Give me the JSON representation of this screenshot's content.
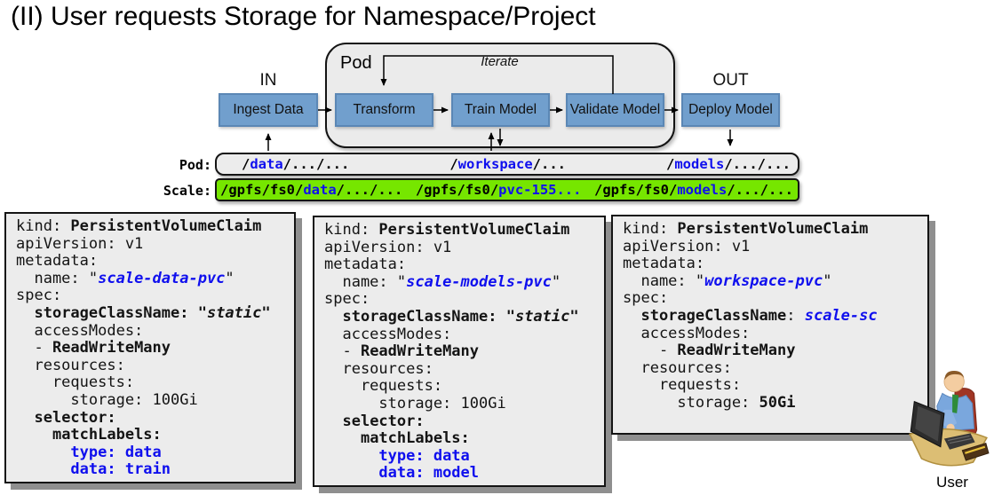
{
  "title": "(II) User requests Storage for Namespace/Project",
  "flow": {
    "in_label": "IN",
    "out_label": "OUT",
    "pod_label": "Pod",
    "iterate_label": "Iterate",
    "boxes": [
      {
        "label": "Ingest Data"
      },
      {
        "label": "Transform"
      },
      {
        "label": "Train Model"
      },
      {
        "label": "Validate Model"
      },
      {
        "label": "Deploy Model"
      }
    ]
  },
  "paths": {
    "pod_row_label": "Pod:",
    "scale_row_label": "Scale:",
    "pod_segments": [
      {
        "prefix": "/",
        "highlight": "data",
        "suffix": "/.../..."
      },
      {
        "prefix": "/",
        "highlight": "workspace",
        "suffix": "/..."
      },
      {
        "prefix": "/",
        "highlight": "models",
        "suffix": "/.../..."
      }
    ],
    "scale_segments": [
      {
        "prefix": "/gpfs/fs0/",
        "highlight": "data",
        "suffix": "/.../..."
      },
      {
        "prefix": "/gpfs/fs0/",
        "highlight": "pvc-155...",
        "suffix": ""
      },
      {
        "prefix": "/gpfs/fs0/",
        "highlight": "models",
        "suffix": "/.../..."
      }
    ]
  },
  "yaml_blocks": [
    {
      "name": "scale-data-pvc",
      "lines": [
        [
          {
            "t": "kind: "
          },
          {
            "t": "PersistentVolumeClaim",
            "s": "b"
          }
        ],
        [
          {
            "t": "apiVersion: v1"
          }
        ],
        [
          {
            "t": "metadata:"
          }
        ],
        [
          {
            "t": "  name: \""
          },
          {
            "t": "scale-data-pvc",
            "s": "nbi"
          },
          {
            "t": "\""
          }
        ],
        [
          {
            "t": "spec:"
          }
        ],
        [
          {
            "t": "  "
          },
          {
            "t": "storageClassName: \"",
            "s": "b"
          },
          {
            "t": "static",
            "s": "bi"
          },
          {
            "t": "\"",
            "s": "b"
          }
        ],
        [
          {
            "t": "  accessModes:"
          }
        ],
        [
          {
            "t": "  - "
          },
          {
            "t": "ReadWriteMany",
            "s": "b"
          }
        ],
        [
          {
            "t": "  resources:"
          }
        ],
        [
          {
            "t": "    requests:"
          }
        ],
        [
          {
            "t": "      storage: 100Gi"
          }
        ],
        [
          {
            "t": "  "
          },
          {
            "t": "selector:",
            "s": "b"
          }
        ],
        [
          {
            "t": "    "
          },
          {
            "t": "matchLabels:",
            "s": "b"
          }
        ],
        [
          {
            "t": "      "
          },
          {
            "t": "type: data",
            "s": "bb"
          }
        ],
        [
          {
            "t": "      "
          },
          {
            "t": "data: train",
            "s": "bb"
          }
        ]
      ]
    },
    {
      "name": "scale-models-pvc",
      "lines": [
        [
          {
            "t": "kind: "
          },
          {
            "t": "PersistentVolumeClaim",
            "s": "b"
          }
        ],
        [
          {
            "t": "apiVersion: v1"
          }
        ],
        [
          {
            "t": "metadata:"
          }
        ],
        [
          {
            "t": "  name: \""
          },
          {
            "t": "scale-models-pvc",
            "s": "nbi"
          },
          {
            "t": "\""
          }
        ],
        [
          {
            "t": "spec:"
          }
        ],
        [
          {
            "t": "  "
          },
          {
            "t": "storageClassName: \"",
            "s": "b"
          },
          {
            "t": "static",
            "s": "bi"
          },
          {
            "t": "\"",
            "s": "b"
          }
        ],
        [
          {
            "t": "  accessModes:"
          }
        ],
        [
          {
            "t": "  - "
          },
          {
            "t": "ReadWriteMany",
            "s": "b"
          }
        ],
        [
          {
            "t": "  resources:"
          }
        ],
        [
          {
            "t": "    requests:"
          }
        ],
        [
          {
            "t": "      storage: 100Gi"
          }
        ],
        [
          {
            "t": "  "
          },
          {
            "t": "selector:",
            "s": "b"
          }
        ],
        [
          {
            "t": "    "
          },
          {
            "t": "matchLabels:",
            "s": "b"
          }
        ],
        [
          {
            "t": "      "
          },
          {
            "t": "type: data",
            "s": "bb"
          }
        ],
        [
          {
            "t": "      "
          },
          {
            "t": "data: model",
            "s": "bb"
          }
        ]
      ]
    },
    {
      "name": "workspace-pvc",
      "lines": [
        [
          {
            "t": "kind: "
          },
          {
            "t": "PersistentVolumeClaim",
            "s": "b"
          }
        ],
        [
          {
            "t": "apiVersion: v1"
          }
        ],
        [
          {
            "t": "metadata:"
          }
        ],
        [
          {
            "t": "  name: \""
          },
          {
            "t": "workspace-pvc",
            "s": "nbi"
          },
          {
            "t": "\""
          }
        ],
        [
          {
            "t": "spec:"
          }
        ],
        [
          {
            "t": "  "
          },
          {
            "t": "storageClassName",
            "s": "b"
          },
          {
            "t": ": "
          },
          {
            "t": "scale-sc",
            "s": "nbi"
          }
        ],
        [
          {
            "t": "  accessModes:"
          }
        ],
        [
          {
            "t": "    - "
          },
          {
            "t": "ReadWriteMany",
            "s": "b"
          }
        ],
        [
          {
            "t": "  resources:"
          }
        ],
        [
          {
            "t": "    requests:"
          }
        ],
        [
          {
            "t": "      storage: "
          },
          {
            "t": "50Gi",
            "s": "b"
          }
        ]
      ]
    }
  ],
  "user_caption": "User",
  "colors": {
    "box_fill": "#719fcd",
    "box_border": "#5b87b5",
    "scale_green": "#76e600",
    "code_blue": "#0f0fee"
  }
}
